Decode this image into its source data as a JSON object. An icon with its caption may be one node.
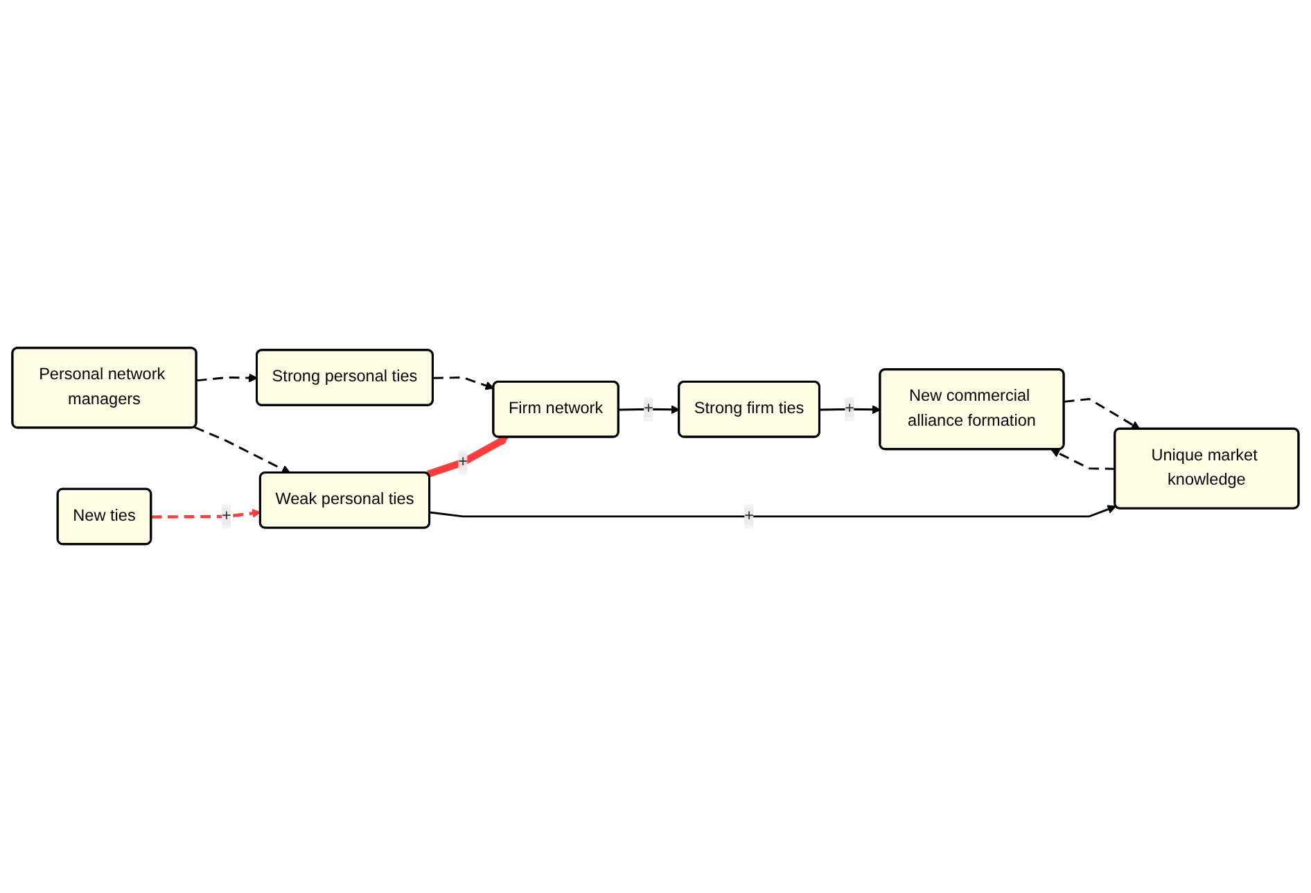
{
  "diagram": {
    "nodes": [
      {
        "text": [
          "Strong personal ties"
        ]
      },
      {
        "text": [
          "Firm network"
        ]
      },
      {
        "text": [
          "Strong firm ties"
        ]
      },
      {
        "text": [
          "New commercial alliance formation"
        ]
      },
      {
        "text": [
          "Personal network managers"
        ]
      },
      {
        "text": [
          "Weak personal ties"
        ]
      },
      {
        "text": [
          "Unique market knowledge"
        ]
      },
      {
        "text": [
          "New ties"
        ]
      }
    ],
    "edges": [
      {
        "from": 0,
        "to": 1,
        "arrow": "to",
        "style": "dashed"
      },
      {
        "from": 1,
        "to": 2,
        "arrow": "to",
        "label": "+"
      },
      {
        "from": 2,
        "to": 3,
        "arrow": "to",
        "label": "+"
      },
      {
        "from": 4,
        "to": 0,
        "arrow": "to",
        "style": "dashed"
      },
      {
        "from": 5,
        "to": 1,
        "arrow": "to",
        "label": "+",
        "style": "thick",
        "color": "#ff3b3b"
      },
      {
        "from": 4,
        "to": 5,
        "arrow": "to",
        "style": "dashed"
      },
      {
        "from": 5,
        "to": 6,
        "arrow": "to",
        "label": "+"
      },
      {
        "from": 6,
        "to": 3,
        "arrow": "to",
        "style": "dashed"
      },
      {
        "from": 3,
        "to": 6,
        "arrow": "to",
        "style": "dashed"
      },
      {
        "from": 7,
        "to": 5,
        "arrow": "to",
        "label": "+",
        "style": "dashed",
        "color": "#ff3b3b"
      }
    ]
  }
}
